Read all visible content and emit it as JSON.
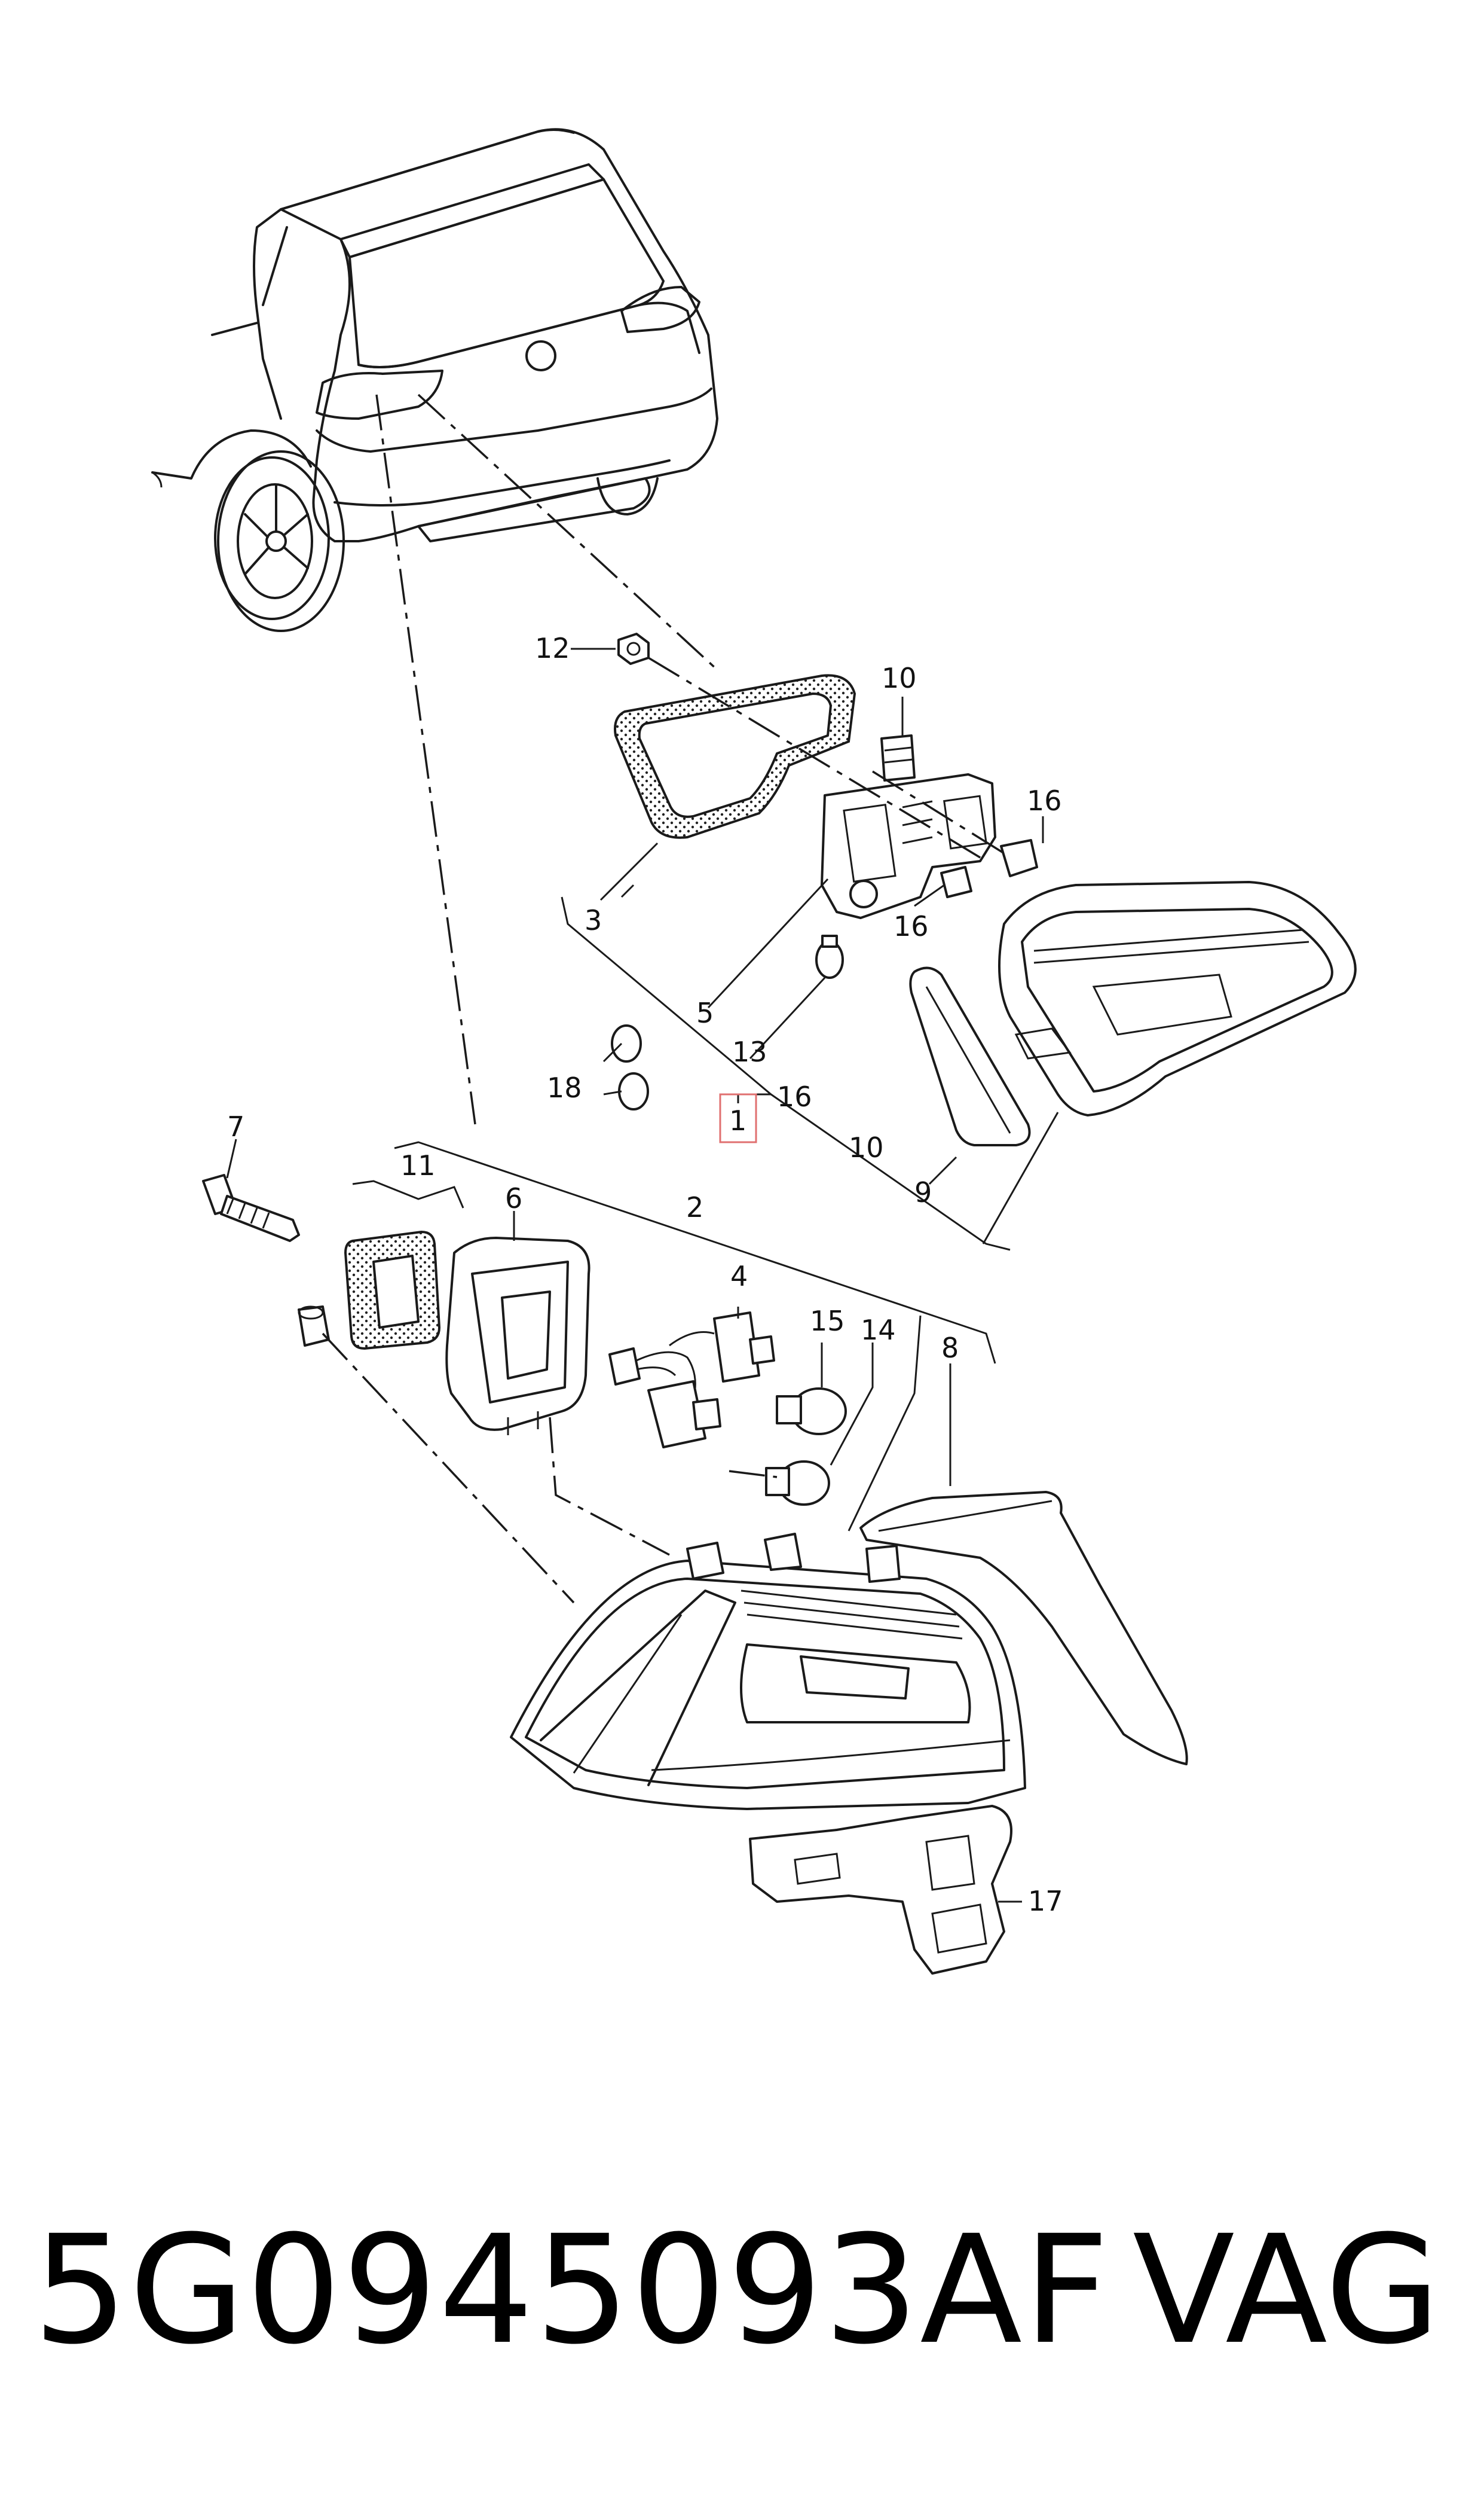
{
  "diagram": {
    "callouts": {
      "c1": "1",
      "c2": "2",
      "c3": "3",
      "c4": "4",
      "c5": "5",
      "c6": "6",
      "c7": "7",
      "c8": "8",
      "c9": "9",
      "c10a": "10",
      "c10b": "10",
      "c11": "11",
      "c12": "12",
      "c13": "13",
      "c14": "14",
      "c15": "15",
      "c16a": "16",
      "c16b": "16",
      "c16c": "16",
      "c17": "17",
      "c18": "18"
    }
  },
  "caption": {
    "part_number": "5G0945093AF",
    "brand": "VAG"
  }
}
